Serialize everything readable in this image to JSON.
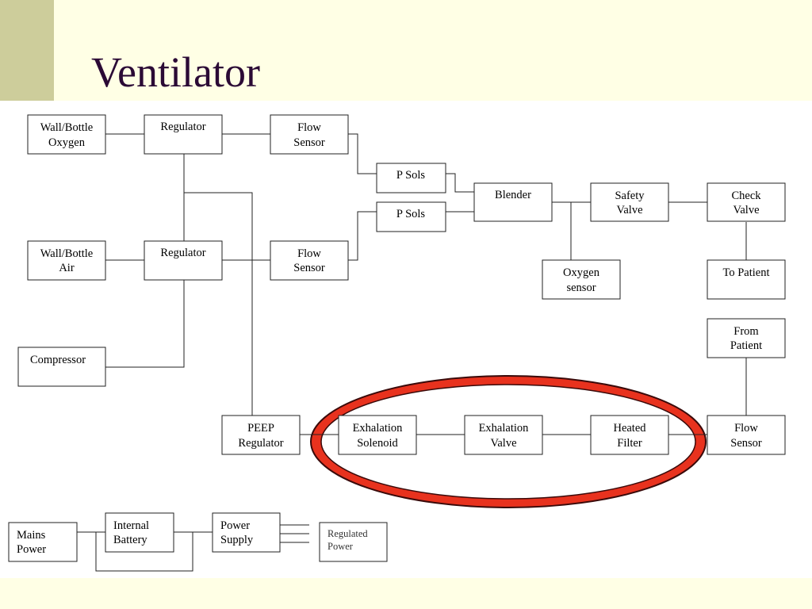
{
  "title": "Ventilator",
  "colors": {
    "background": "#ffffe5",
    "sidebar": "#cdcd9b",
    "title": "#2b0a35",
    "highlight_fill": "#e8321e",
    "highlight_stroke": "#3a0a0a"
  },
  "boxes": {
    "wall_oxygen": [
      "Wall/Bottle",
      "Oxygen"
    ],
    "regulator_oxygen": [
      "Regulator"
    ],
    "flow_sensor_oxygen": [
      "Flow",
      "Sensor"
    ],
    "p_sols_1": [
      "P Sols"
    ],
    "p_sols_2": [
      "P Sols"
    ],
    "blender": [
      "Blender"
    ],
    "safety_valve": [
      "Safety",
      "Valve"
    ],
    "check_valve": [
      "Check",
      "Valve"
    ],
    "oxygen_sensor": [
      "Oxygen",
      "sensor"
    ],
    "to_patient": [
      "To Patient"
    ],
    "wall_air": [
      "Wall/Bottle",
      "Air"
    ],
    "regulator_air": [
      "Regulator"
    ],
    "flow_sensor_air": [
      "Flow",
      "Sensor"
    ],
    "compressor": [
      "Compressor"
    ],
    "from_patient": [
      "From",
      "Patient"
    ],
    "peep_regulator": [
      "PEEP",
      "Regulator"
    ],
    "exhalation_solenoid": [
      "Exhalation",
      "Solenoid"
    ],
    "exhalation_valve": [
      "Exhalation",
      "Valve"
    ],
    "heated_filter": [
      "Heated",
      "Filter"
    ],
    "flow_sensor_patient": [
      "Flow",
      "Sensor"
    ],
    "mains_power": [
      "Mains",
      "Power"
    ],
    "internal_battery": [
      "Internal",
      "Battery"
    ],
    "power_supply": [
      "Power",
      "Supply"
    ],
    "regulated_power": [
      "Regulated",
      "Power"
    ]
  }
}
